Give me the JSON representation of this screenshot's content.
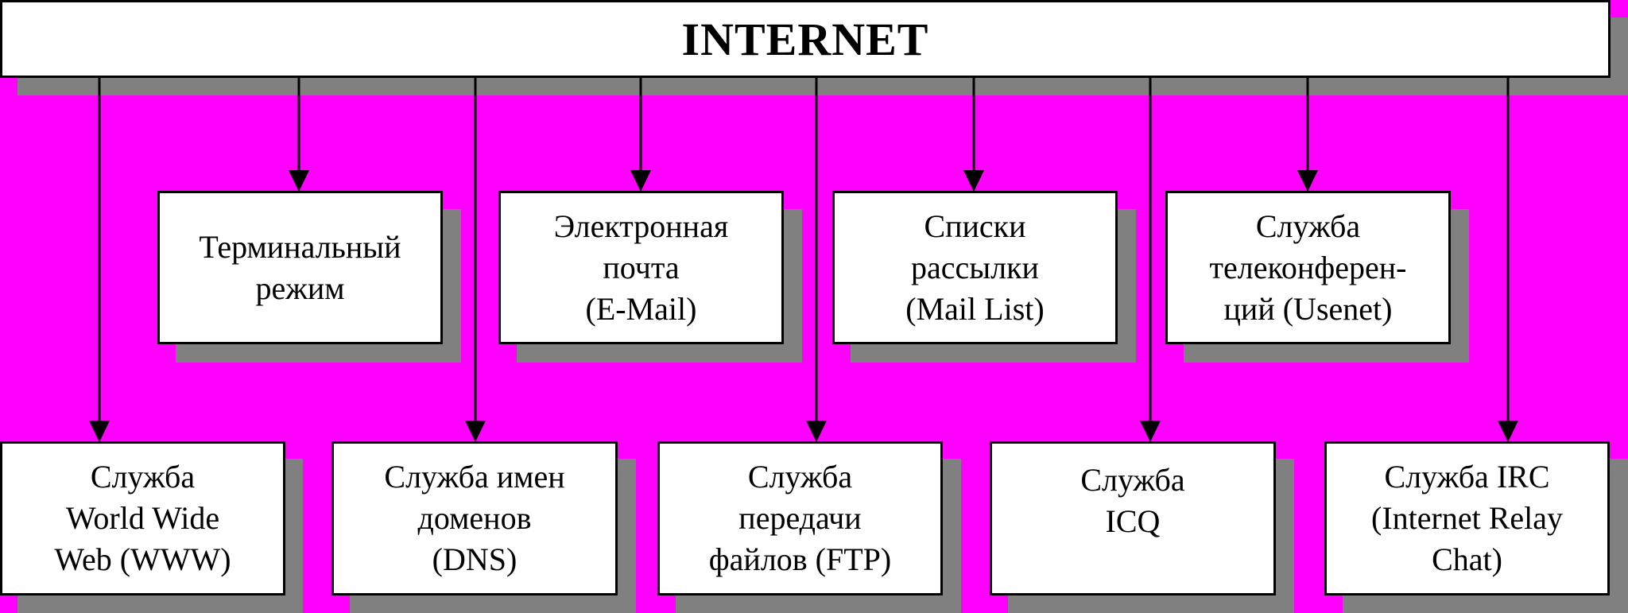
{
  "diagram": {
    "root": {
      "label": "INTERNET"
    },
    "services_top_row": [
      {
        "id": "terminal",
        "lines": [
          "Терминальный",
          "режим"
        ]
      },
      {
        "id": "email",
        "lines": [
          "Электронная",
          "почта",
          "(E-Mail)"
        ]
      },
      {
        "id": "maillist",
        "lines": [
          "Списки",
          "рассылки",
          "(Mail List)"
        ]
      },
      {
        "id": "usenet",
        "lines": [
          "Служба",
          "телеконферен-",
          "ций (Usenet)"
        ]
      }
    ],
    "services_bottom_row": [
      {
        "id": "www",
        "lines": [
          "Служба",
          "World Wide",
          "Web (WWW)"
        ]
      },
      {
        "id": "dns",
        "lines": [
          "Служба имен",
          "доменов",
          "(DNS)"
        ]
      },
      {
        "id": "ftp",
        "lines": [
          "Служба",
          "передачи",
          "файлов (FTP)"
        ]
      },
      {
        "id": "icq",
        "lines": [
          "Служба",
          "ICQ"
        ]
      },
      {
        "id": "irc",
        "lines": [
          "Служба IRC",
          "(Internet Relay",
          "Chat)"
        ]
      }
    ],
    "colors": {
      "background": "#ff00ff",
      "box_fill": "#ffffff",
      "box_border": "#000000",
      "shadow": "#808080",
      "connector": "#000000"
    }
  }
}
